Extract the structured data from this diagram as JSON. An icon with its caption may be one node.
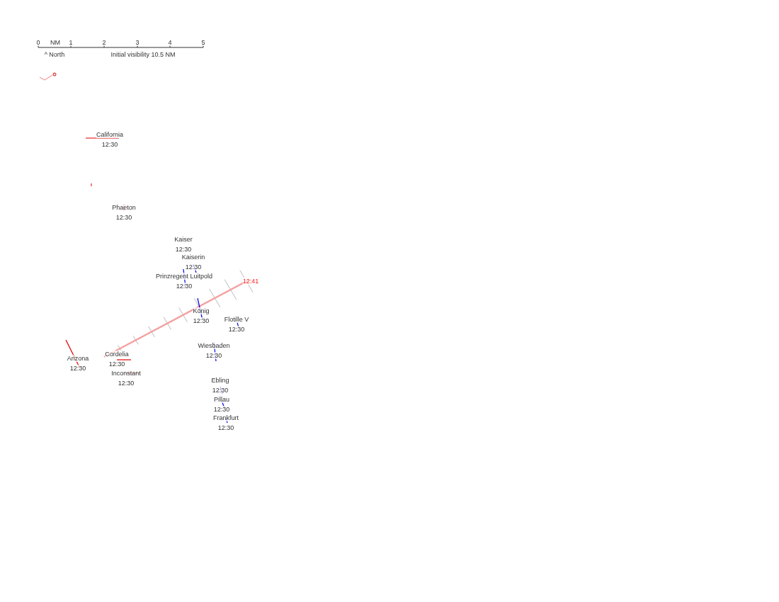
{
  "diagram": {
    "nodes": [
      {
        "text": [
          "California",
          "12:30"
        ]
      },
      {
        "text": [
          "Phaeton",
          "12:30"
        ]
      },
      {
        "text": [
          "Kaiser",
          "12:30"
        ]
      },
      {
        "text": [
          "Kaiserin",
          "12:30"
        ]
      },
      {
        "text": [
          "Prinzregent Luitpold",
          "12:30"
        ]
      },
      {
        "text": [
          "König",
          "12:30"
        ]
      },
      {
        "text": [
          "Flotille V",
          "12:30"
        ]
      },
      {
        "text": [
          "Wiesbaden",
          "12:30"
        ]
      },
      {
        "text": [
          "Arizona",
          "12:30"
        ]
      },
      {
        "text": [
          "Cordelia",
          "12:30"
        ]
      },
      {
        "text": [
          "Inconstant",
          "12:30"
        ]
      },
      {
        "text": [
          "Ebling",
          "12:30"
        ]
      },
      {
        "text": [
          "Pillau",
          "12:30"
        ]
      },
      {
        "text": [
          "Frankfurt",
          "12:30"
        ]
      }
    ],
    "labels": [
      "0",
      "NM",
      "1",
      "2",
      "3",
      "4",
      "5",
      "^ North",
      "Initial visibility 10.5 NM",
      "12:41"
    ]
  }
}
